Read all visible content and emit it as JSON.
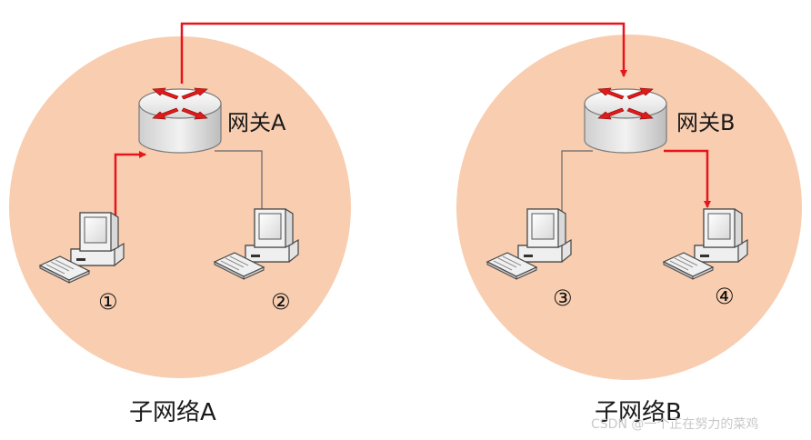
{
  "gateway_a": {
    "label": "网关A"
  },
  "gateway_b": {
    "label": "网关B"
  },
  "subnet_a": {
    "label": "子网络A"
  },
  "subnet_b": {
    "label": "子网络B"
  },
  "hosts": [
    {
      "id": "host-1",
      "number": "①"
    },
    {
      "id": "host-2",
      "number": "②"
    },
    {
      "id": "host-3",
      "number": "③"
    },
    {
      "id": "host-4",
      "number": "④"
    }
  ],
  "watermark": "CSDN @一个正在努力的菜鸡",
  "colors": {
    "subnet_fill": "#F8CDB0",
    "route_path": "#E8141C",
    "link_line": "#666666",
    "router_body": "#E6E6E6",
    "router_arrow": "#E01A1A"
  },
  "icons": {
    "router": "router-icon",
    "computer": "desktop-computer-icon"
  }
}
